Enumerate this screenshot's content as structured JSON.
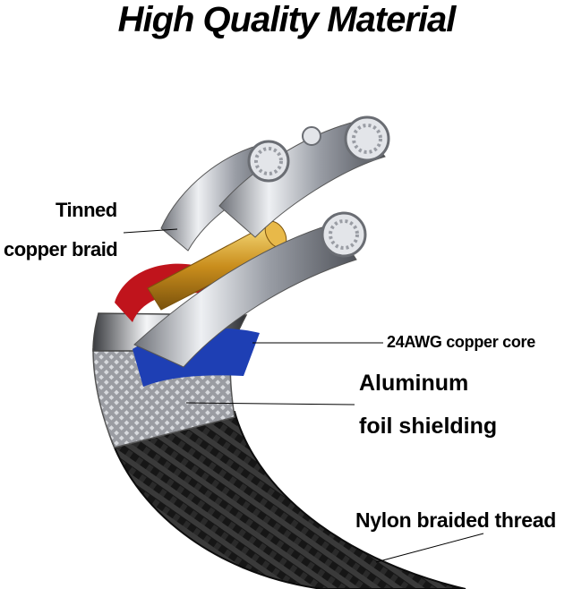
{
  "title": "High Quality Material",
  "labels": {
    "tinned_line1": "Tinned",
    "tinned_line2": "copper braid",
    "copper_core": "24AWG copper core",
    "aluminum_line1": "Aluminum",
    "aluminum_line2": "foil shielding",
    "nylon": "Nylon braided thread"
  },
  "colors": {
    "red_insulation": "#c0141c",
    "blue_insulation": "#1e3fb4",
    "gold_core": "#d9a42a",
    "nylon_braid": "#1a1a1a",
    "silver_strands": "#b9bcc2"
  }
}
